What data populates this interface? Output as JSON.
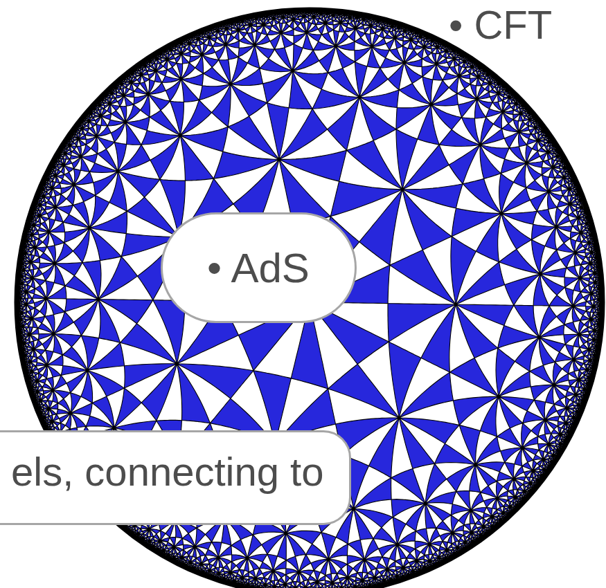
{
  "diagram": {
    "nodes": [
      {
        "text": [
          "• AdS"
        ]
      },
      {
        "text": [
          "els, connecting to"
        ]
      }
    ],
    "labels": [
      "• CFT"
    ]
  }
}
